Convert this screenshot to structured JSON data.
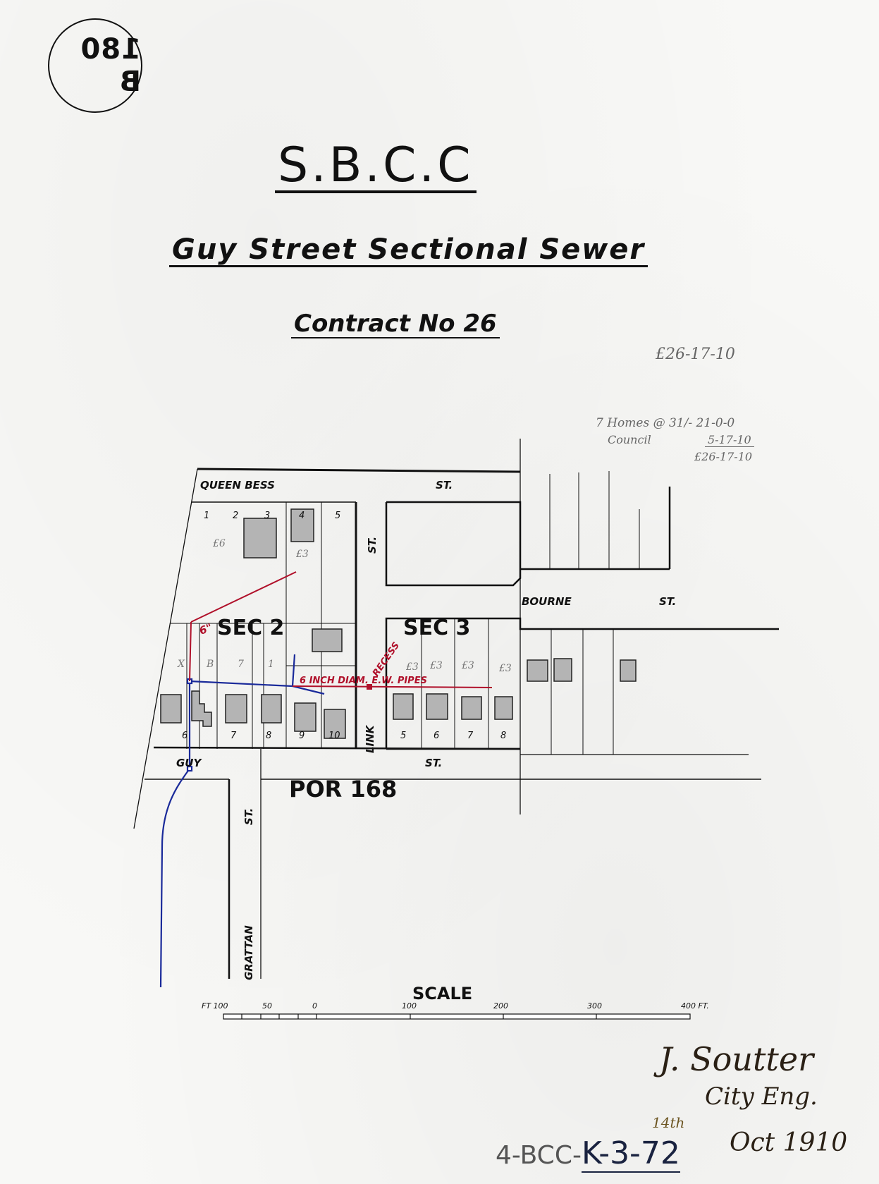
{
  "stamp": {
    "label": "180 B",
    "mirrored": true
  },
  "header": {
    "org": "S.B.C.C",
    "title": "Guy Street Sectional Sewer",
    "contract": "Contract No 26"
  },
  "annotations": {
    "cost_top": "£26-17-10",
    "calc_line1": "7 Homes @ 31/- 21-0-0",
    "calc_line2_label": "Council",
    "calc_line2_value": "5-17-10",
    "calc_total": "£26-17-10",
    "lot_charges": [
      "£6",
      "£3",
      "£3",
      "£3",
      "£3",
      "£3"
    ],
    "pencil_marks": [
      "X",
      "B",
      "7",
      "1"
    ]
  },
  "streets": {
    "queen_bess": "QUEEN BESS",
    "queen_bess_st": "ST.",
    "bourne": "BOURNE",
    "bourne_st": "ST.",
    "guy": "GUY",
    "guy_st": "ST.",
    "link": "LINK",
    "link_st": "ST.",
    "grattan": "GRATTAN",
    "grattan_st": "ST."
  },
  "sections": {
    "sec2": "SEC 2",
    "sec3": "SEC 3",
    "portion": "POR 168"
  },
  "lots": {
    "sec2_top": [
      "1",
      "2",
      "3",
      "4",
      "5"
    ],
    "sec2_bottom": [
      "6",
      "7",
      "8",
      "9",
      "10"
    ],
    "sec3_bottom": [
      "5",
      "6",
      "7",
      "8"
    ]
  },
  "sewer": {
    "main_label": "6 INCH DIAM. E.W. PIPES",
    "recess_label": "RECESS",
    "branch_label": "6\"",
    "colors": {
      "proposed": "#b0102a",
      "existing": "#1a2a9a"
    }
  },
  "scale": {
    "title": "SCALE",
    "unit_left": "FT 100",
    "ticks": [
      "50",
      "0",
      "100",
      "200",
      "300",
      "400 FT."
    ]
  },
  "signature": {
    "name": "J. Soutter",
    "title": "City Eng.",
    "date_day": "14th",
    "date": "Oct 1910"
  },
  "reference": {
    "prefix": "4-BCC-",
    "code": "K-3-72"
  }
}
